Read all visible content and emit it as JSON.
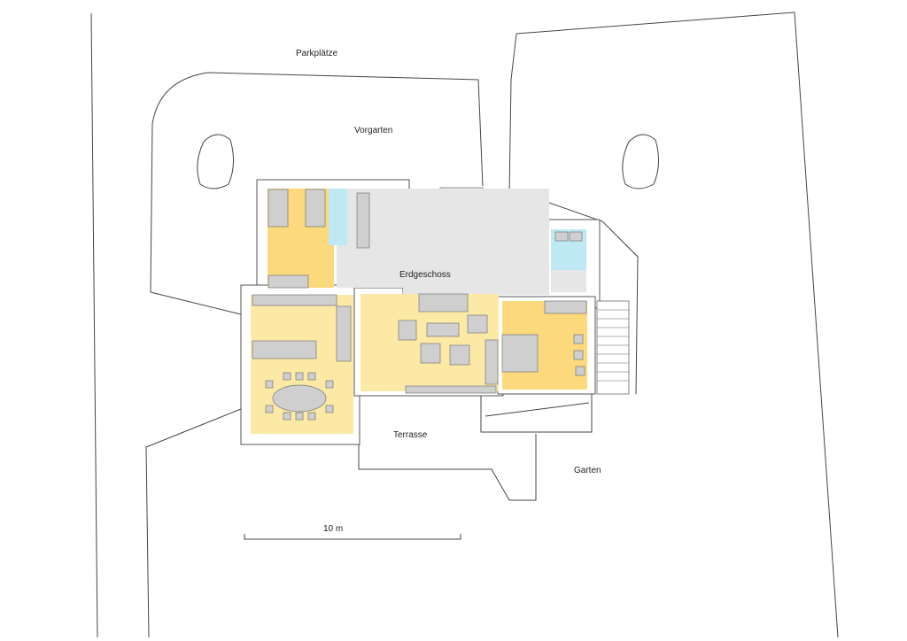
{
  "labels": {
    "parking": "Parkplätze",
    "front_garden": "Vorgarten",
    "ground_floor": "Erdgeschoss",
    "terrace": "Terrasse",
    "garden": "Garten",
    "scale": "10 m"
  },
  "colors": {
    "living": "#fce9a6",
    "bedroom": "#fbd97c",
    "circulation": "#e6e6e6",
    "wet_rooms": "#bfe8f5",
    "furniture": "#cfcfcf"
  }
}
